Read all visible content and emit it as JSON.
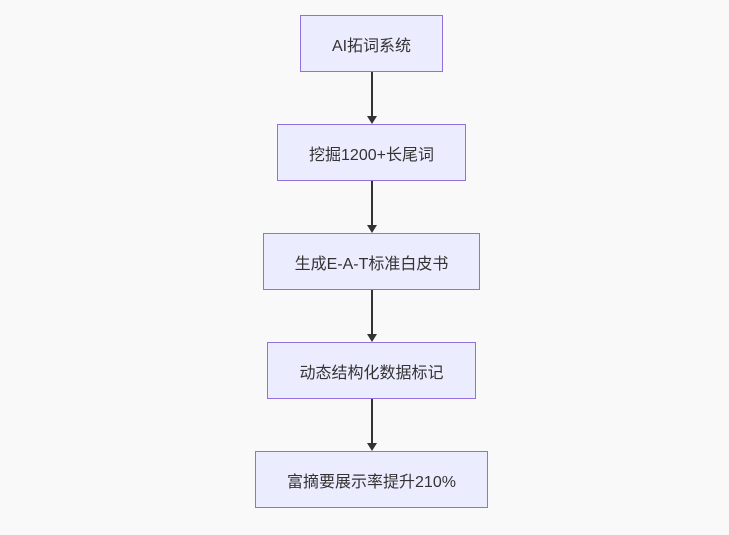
{
  "diagram": {
    "type": "flowchart",
    "direction": "top-down",
    "nodes": [
      {
        "id": "n1",
        "label": "AI拓词系统"
      },
      {
        "id": "n2",
        "label": "挖掘1200+长尾词"
      },
      {
        "id": "n3",
        "label": "生成E-A-T标准白皮书"
      },
      {
        "id": "n4",
        "label": "动态结构化数据标记"
      },
      {
        "id": "n5",
        "label": "富摘要展示率提升210%"
      }
    ],
    "edges": [
      {
        "from": "n1",
        "to": "n2",
        "arrow": "down"
      },
      {
        "from": "n2",
        "to": "n3",
        "arrow": "down"
      },
      {
        "from": "n3",
        "to": "n4",
        "arrow": "down"
      },
      {
        "from": "n4",
        "to": "n5",
        "arrow": "down"
      }
    ],
    "colors": {
      "node_fill": "#ECECFF",
      "node_border": "#9370DB",
      "node_text": "#333333",
      "edge": "#333333",
      "background": "#f9f9f9"
    }
  }
}
